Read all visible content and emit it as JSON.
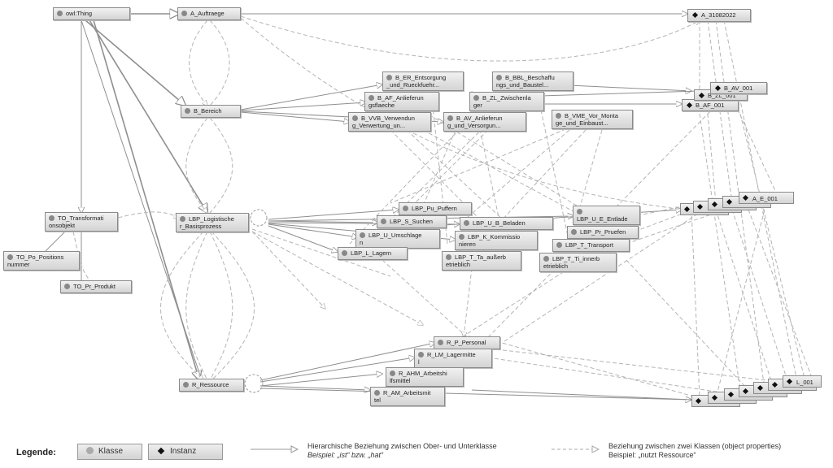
{
  "nodes": {
    "owl_thing": "owl:Thing",
    "a_auftraege": "A_Auftraege",
    "a_31082022": "A_31082022",
    "b_bereich": "B_Bereich",
    "b_er": "B_ER_Entsorgung\n_und_Rueckfuehr...",
    "b_bbl": "B_BBL_Beschaffu\nngs_und_Baustel...",
    "b_af": "B_AF_Anlieferun\ngsflaeche",
    "b_zl": "B_ZL_Zwischenla\nger",
    "b_vvb": "B_VVB_Verwendun\ng_Verwertung_un...",
    "b_av": "B_AV_Anlieferun\ng_und_Versorgun...",
    "b_vme": "B_VME_Vor_Monta\nge_und_Einbaust...",
    "b_av_001": "B_AV_001",
    "b_zl_001": "B_ZL_001",
    "b_af_001": "B_AF_001",
    "to_transformationsobjekt": "TO_Transformati\nonsobjekt",
    "to_po": "TO_Po_Positions\nnummer",
    "to_pr": "TO_Pr_Produkt",
    "lbp_logistische": "LBP_Logistische\nr_Basisprozess",
    "lbp_pu": "LBP_Pu_Puffern",
    "lbp_s": "LBP_S_Suchen",
    "lbp_u_b": "LBP_U_B_Beladen",
    "lbp_u_e": "LBP_U_E_Entlade\nn",
    "lbp_u_umschlagen": "LBP_U_Umschlage\nn",
    "lbp_k": "LBP_K_Kommissio\nnieren",
    "lbp_pr": "LBP_Pr_Pruefen",
    "lbp_t": "LBP_T_Transport",
    "lbp_l": "LBP_L_Lagern",
    "lbp_t_ta": "LBP_T_Ta_außerb\netrieblich",
    "lbp_t_ti": "LBP_T_Ti_innerb\netrieblich",
    "a_e_001": "A_E_001",
    "r_ressource": "R_Ressource",
    "r_p": "R_P_Personal",
    "r_lm": "R_LM_Lagermitte\nl",
    "r_ahm": "R_AHM_Arbeitshi\nlfsmittel",
    "r_am": "R_AM_Arbeitsmit\ntel",
    "l_001": "L_001"
  },
  "legend": {
    "title": "Legende:",
    "klasse": "Klasse",
    "instanz": "Instanz",
    "hier_line1": "Hierarchische Beziehung zwischen Ober- und Unterklasse",
    "hier_line2": "Beispiel: „ist“ bzw. „hat“",
    "obj_line1": "Beziehung zwischen zwei Klassen (object properties)",
    "obj_line2": "Beispiel: „nutzt Ressource“"
  },
  "colors": {
    "solid_edge": "#8f8f8f",
    "dashed_edge": "#b4b4b4",
    "node_border": "#8a8a8a",
    "class_dot": "#888888",
    "instance_diamond": "#111111"
  }
}
